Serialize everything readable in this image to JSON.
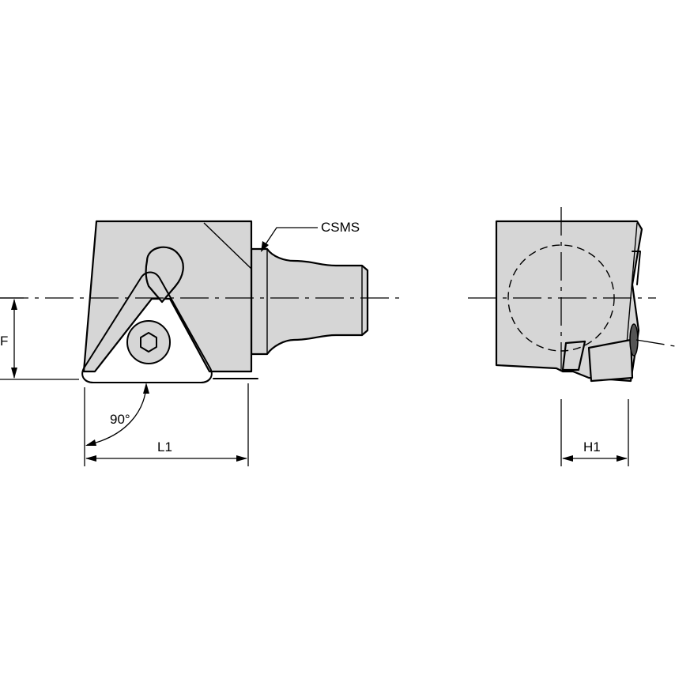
{
  "labels": {
    "coupling": "CSMS",
    "dim_f": "F",
    "dim_l1": "L1",
    "dim_h1": "H1",
    "angle": "90°"
  }
}
